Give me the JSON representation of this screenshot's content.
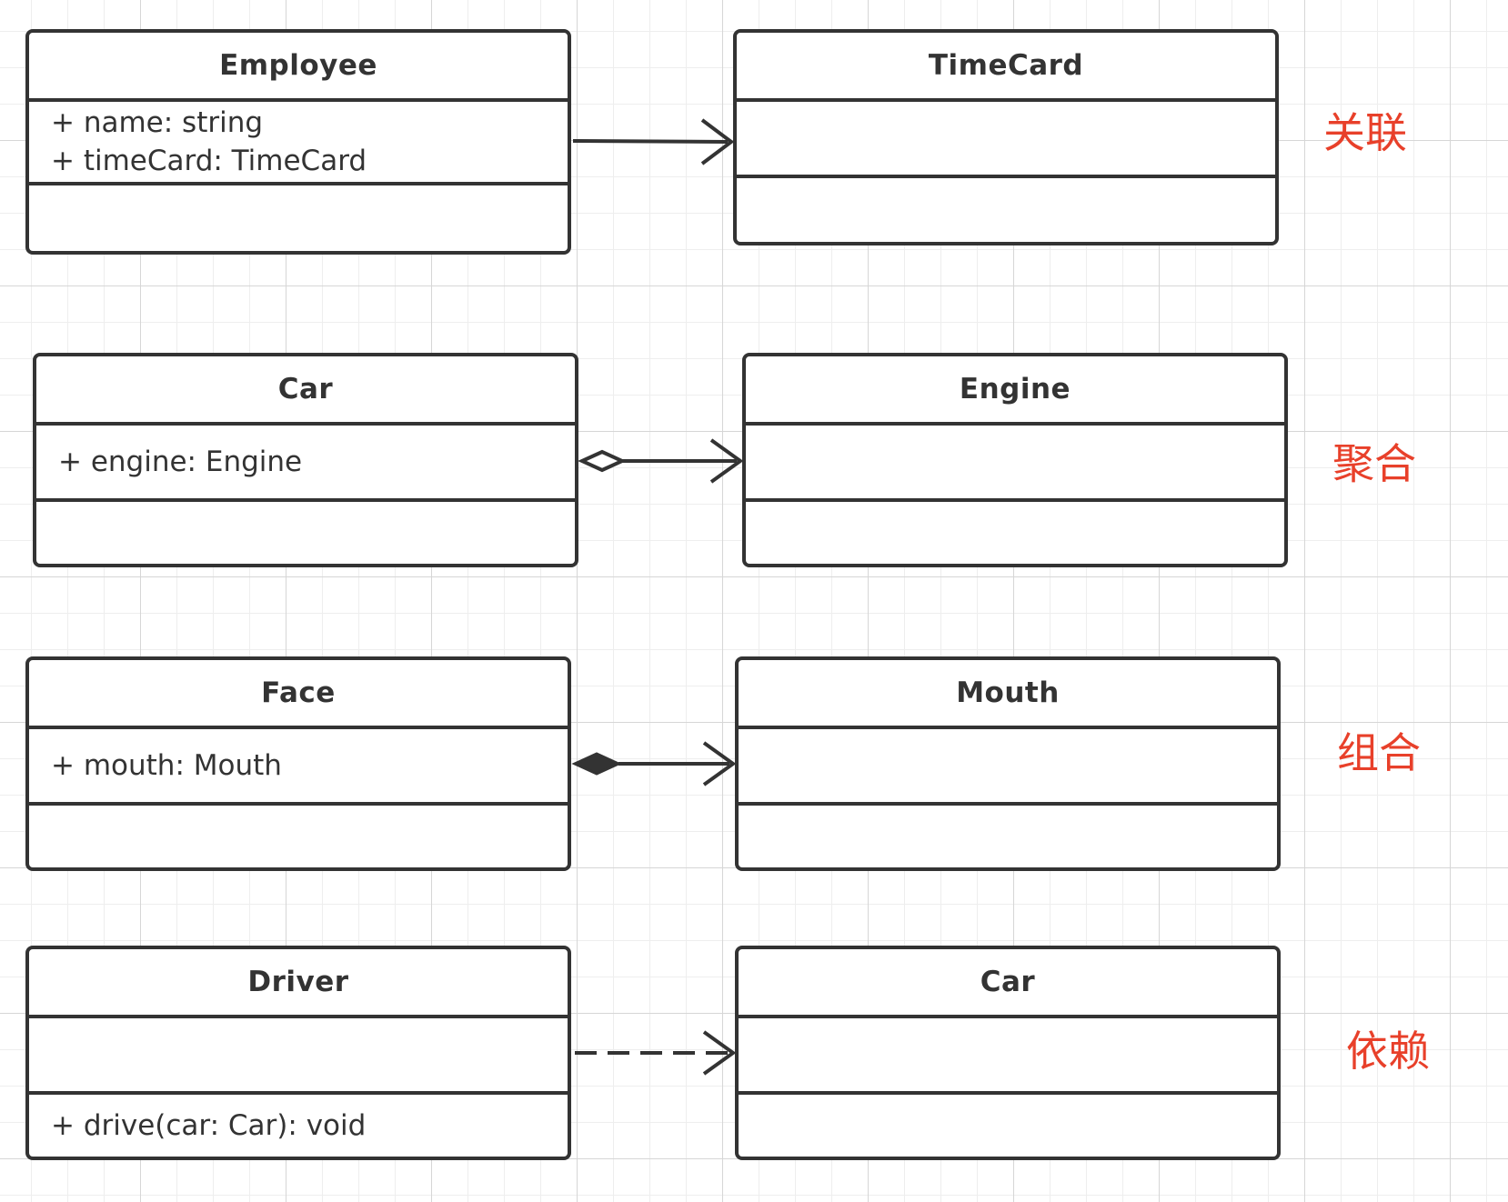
{
  "classes": {
    "employee": {
      "name": "Employee",
      "attributes": [
        "+ name: string",
        "+ timeCard: TimeCard"
      ],
      "operations": []
    },
    "timecard": {
      "name": "TimeCard",
      "attributes": [],
      "operations": []
    },
    "car_aggregate": {
      "name": "Car",
      "attributes": [
        "+ engine: Engine"
      ],
      "operations": []
    },
    "engine": {
      "name": "Engine",
      "attributes": [],
      "operations": []
    },
    "face": {
      "name": "Face",
      "attributes": [
        "+ mouth: Mouth"
      ],
      "operations": []
    },
    "mouth": {
      "name": "Mouth",
      "attributes": [],
      "operations": []
    },
    "driver": {
      "name": "Driver",
      "attributes": [],
      "operations": [
        "+ drive(car: Car): void"
      ]
    },
    "car_dependency": {
      "name": "Car",
      "attributes": [],
      "operations": []
    }
  },
  "relations": {
    "association": {
      "label": "关联",
      "label_color": "#e8402a",
      "arrow": "open-arrow",
      "line": "solid"
    },
    "aggregation": {
      "label": "聚合",
      "label_color": "#e8402a",
      "arrow": "hollow-diamond-open-arrow",
      "line": "solid"
    },
    "composition": {
      "label": "组合",
      "label_color": "#e8402a",
      "arrow": "filled-diamond-open-arrow",
      "line": "solid"
    },
    "dependency": {
      "label": "依赖",
      "label_color": "#e8402a",
      "arrow": "open-arrow",
      "line": "dashed"
    }
  }
}
